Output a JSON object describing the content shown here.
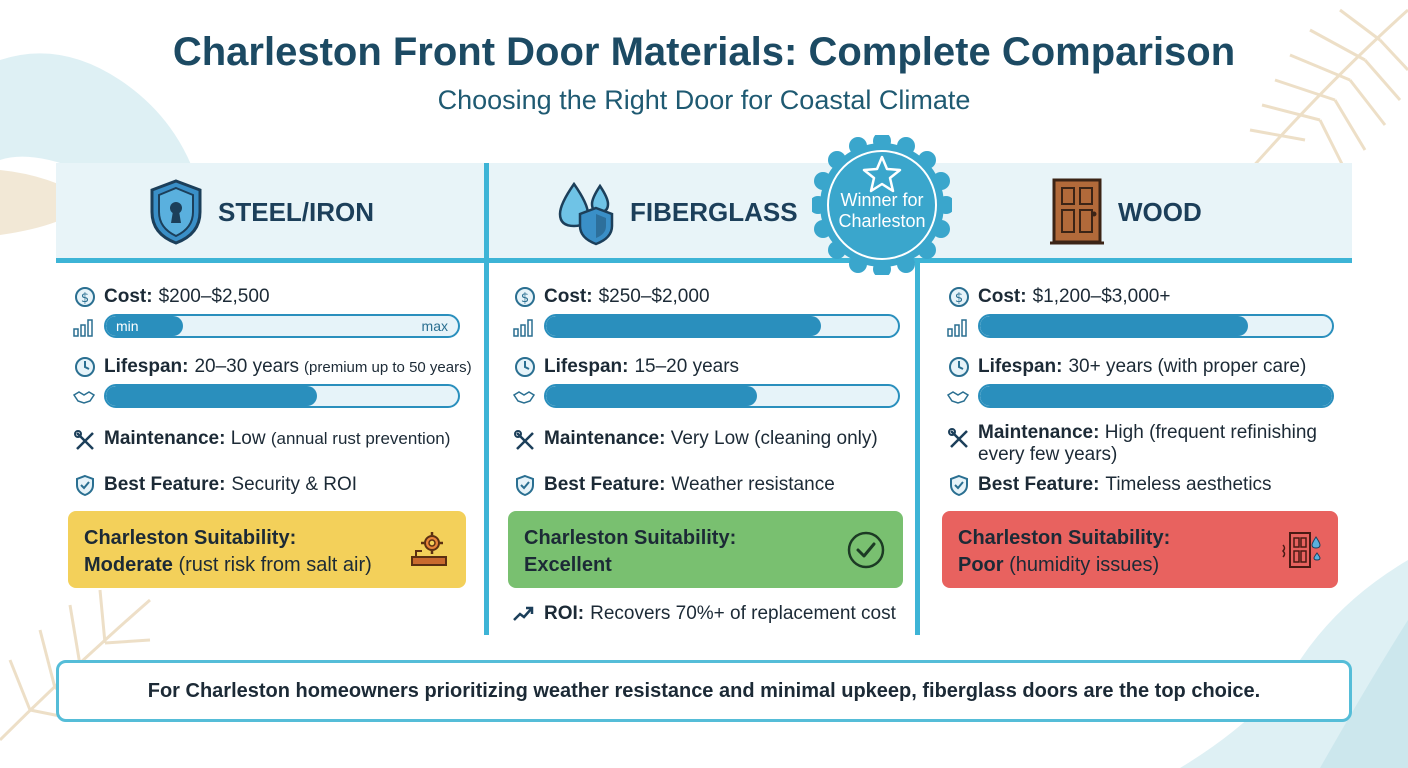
{
  "header": {
    "title": "Charleston Front Door Materials: Complete Comparison",
    "subtitle": "Choosing the Right Door for Coastal Climate"
  },
  "badge": {
    "line1": "Winner for",
    "line2": "Charleston",
    "icon": "star-icon"
  },
  "columns": [
    {
      "name": "STEEL/IRON",
      "icon": "shield-lock-icon",
      "cost_label": "Cost:",
      "cost_value": "$200–$2,500",
      "cost_bar": {
        "fill_fraction": 0.22,
        "min_label": "min",
        "max_label": "max"
      },
      "lifespan_label": "Lifespan:",
      "lifespan_value": "20–30 years",
      "lifespan_note": "(premium up to 50 years)",
      "lifespan_bar": {
        "fill_fraction": 0.6
      },
      "maintenance_label": "Maintenance:",
      "maintenance_value": "Low",
      "maintenance_note": "(annual rust prevention)",
      "feature_label": "Best Feature:",
      "feature_value": "Security & ROI",
      "suitability_label": "Charleston Suitability:",
      "suitability_value": "Moderate",
      "suitability_note": "(rust risk from salt air)",
      "suitability_color": "#f3d05a",
      "suitability_icon": "rusty-gear-icon"
    },
    {
      "name": "FIBERGLASS",
      "icon": "water-drop-shield-icon",
      "cost_label": "Cost:",
      "cost_value": "$250–$2,000",
      "cost_bar": {
        "fill_fraction": 0.78
      },
      "lifespan_label": "Lifespan:",
      "lifespan_value": "15–20 years",
      "lifespan_bar": {
        "fill_fraction": 0.6
      },
      "maintenance_label": "Maintenance:",
      "maintenance_value": "Very Low",
      "maintenance_note": "(cleaning only)",
      "feature_label": "Best Feature:",
      "feature_value": "Weather resistance",
      "suitability_label": "Charleston Suitability:",
      "suitability_value": "Excellent",
      "suitability_color": "#79c070",
      "suitability_icon": "checkmark-circle-icon",
      "roi_label": "ROI:",
      "roi_value": "Recovers 70%+ of replacement cost"
    },
    {
      "name": "WOOD",
      "icon": "wooden-door-icon",
      "cost_label": "Cost:",
      "cost_value": "$1,200–$3,000+",
      "cost_bar": {
        "fill_fraction": 0.76
      },
      "lifespan_label": "Lifespan:",
      "lifespan_value": "30+ years",
      "lifespan_note": "(with proper care)",
      "lifespan_bar": {
        "fill_fraction": 1.0
      },
      "maintenance_label": "Maintenance:",
      "maintenance_value": "High",
      "maintenance_note": "(frequent refinishing every few years)",
      "feature_label": "Best Feature:",
      "feature_value": "Timeless aesthetics",
      "suitability_label": "Charleston Suitability:",
      "suitability_value": "Poor",
      "suitability_note": "(humidity issues)",
      "suitability_color": "#e8625f",
      "suitability_icon": "damp-door-icon"
    }
  ],
  "conclusion": "For Charleston homeowners prioritizing weather resistance and minimal upkeep, fiberglass doors are the top choice.",
  "colors": {
    "title": "#1c4a63",
    "accent": "#3db4d6",
    "bar": "#2a8fbd",
    "header_band": "#e8f4f8"
  }
}
